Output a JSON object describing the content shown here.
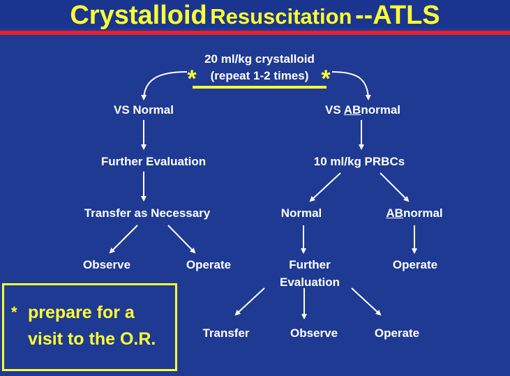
{
  "title": {
    "part1": "Crystalloid",
    "part2": "Resuscitation",
    "part3": "--ATLS"
  },
  "root": {
    "line1": "20 ml/kg crystalloid",
    "line2": "(repeat 1-2 times)",
    "star": "*"
  },
  "left": {
    "vs_normal": "VS Normal",
    "further_eval": "Further Evaluation",
    "transfer_necessary": "Transfer as Necessary",
    "observe": "Observe",
    "operate": "Operate"
  },
  "right": {
    "vs_prefix": "VS ",
    "vs_ab": "AB",
    "vs_suffix": "normal",
    "prbcs": "10 ml/kg PRBCs",
    "normal": "Normal",
    "ab_prefix": "AB",
    "ab_suffix": "normal",
    "ab_operate": "Operate",
    "further_line1": "Further",
    "further_line2": "Evaluation",
    "transfer": "Transfer",
    "observe": "Observe",
    "operate": "Operate"
  },
  "note": {
    "star": "*",
    "line1": "prepare for a",
    "line2": "visit to the O.R."
  },
  "colors": {
    "background": "#1f3a93",
    "title_yellow": "#ffff33",
    "rule_red": "#e8202a",
    "text_white": "#ffffff"
  }
}
